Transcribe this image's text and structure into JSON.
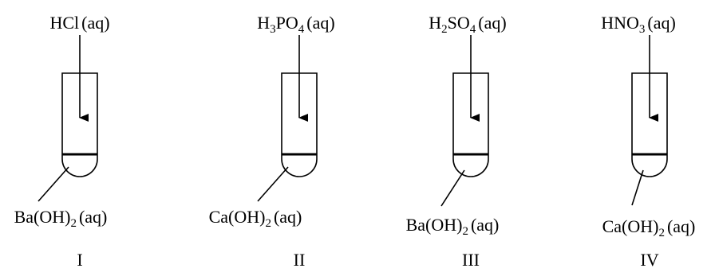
{
  "experiments": [
    {
      "numeral": "I",
      "acid": {
        "pre": "HCl",
        "sub": "",
        "post": "",
        "state": "(aq)"
      },
      "base": {
        "pre": "Ba(OH)",
        "sub": "2",
        "state": "(aq)"
      }
    },
    {
      "numeral": "II",
      "acid": {
        "pre": "H",
        "sub": "3",
        "post": "PO",
        "sub2": "4",
        "state": "(aq)"
      },
      "base": {
        "pre": "Ca(OH)",
        "sub": "2",
        "state": "(aq)"
      }
    },
    {
      "numeral": "III",
      "acid": {
        "pre": "H",
        "sub": "2",
        "post": "SO",
        "sub2": "4",
        "state": "(aq)"
      },
      "base": {
        "pre": "Ba(OH)",
        "sub": "2",
        "state": "(aq)"
      }
    },
    {
      "numeral": "IV",
      "acid": {
        "pre": "HNO",
        "sub": "3",
        "post": "",
        "state": "(aq)"
      },
      "base": {
        "pre": "Ca(OH)",
        "sub": "2",
        "state": "(aq)"
      }
    }
  ]
}
